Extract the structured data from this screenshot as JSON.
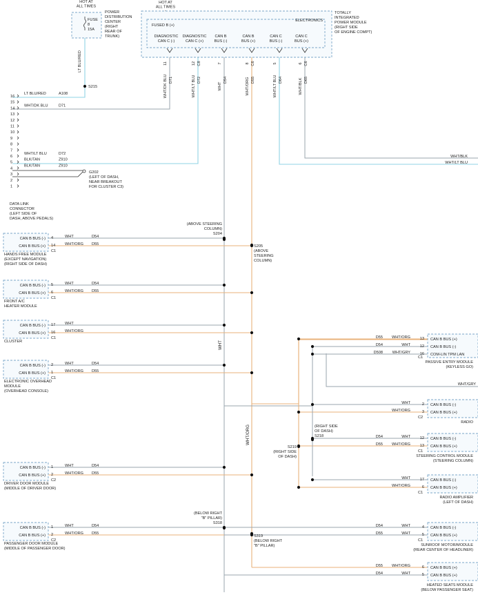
{
  "pdc": {
    "hot": [
      "HOT AT",
      "ALL TIMES"
    ],
    "fuse": [
      "FUSE",
      "8",
      "15A"
    ],
    "label": [
      "POWER",
      "DISTRIBUTION",
      "CENTER",
      "(RIGHT",
      "REAR OF",
      "TRUNK)"
    ]
  },
  "tipm": {
    "hot": [
      "HOT AT",
      "ALL TIMES"
    ],
    "fused": "FUSED B (+)",
    "electronics": "ELECTRONICS",
    "label": [
      "TOTALLY",
      "INTEGRATED",
      "POWER MODULE",
      "(RIGHT SIDE",
      "OF ENGINE COMPT)"
    ],
    "terminals": [
      {
        "l1": "DIAGNOSTIC",
        "l2": "CAN C (-)",
        "pin": "11",
        "wire": "WHT/DK BLU",
        "circ": "D71"
      },
      {
        "l1": "DIAGNOSTIC",
        "l2": "CAN C (+)",
        "pin": "12",
        "conn": "C8",
        "wire": "WHT/LT BLU",
        "circ": "D72"
      },
      {
        "l1": "CAN B",
        "l2": "BUS (-)",
        "pin": "7",
        "wire": "WHT",
        "circ": "D54"
      },
      {
        "l1": "CAN B",
        "l2": "BUS (+)",
        "pin": "8",
        "conn": "C6",
        "wire": "WHT/ORG",
        "circ": "D55"
      },
      {
        "l1": "CAN C",
        "l2": "BUS (-)",
        "pin": "5",
        "wire": "WHT/LT BLU",
        "circ": "D64"
      },
      {
        "l1": "CAN C",
        "l2": "BUS (+)",
        "pin": "6",
        "conn": "C6",
        "wire": "WHT/BLK",
        "circ": "D65"
      }
    ]
  },
  "pdc_wire": "LT BLU/RED",
  "splices": {
    "s215": "S215",
    "s204": [
      "(ABOVE STEERING",
      "COLUMN)",
      "S204"
    ],
    "s205": [
      "S205",
      "(ABOVE",
      "STEERING",
      "COLUMN)"
    ],
    "s218": [
      "(RIGHT SIDE",
      "OF DASH)",
      "S218"
    ],
    "s219": [
      "S219",
      "(RIGHT SIDE",
      "OF DASH)"
    ],
    "s318": [
      "(BELOW RIGHT",
      "\"B\" PILLAR)",
      "S318"
    ],
    "s319": [
      "S319",
      "(BELOW RIGHT",
      "\"B\" PILLAR)"
    ]
  },
  "dlc": {
    "pins": [
      "16",
      "15",
      "14",
      "13",
      "12",
      "11",
      "10",
      "9",
      "8",
      "7",
      "6",
      "5",
      "4",
      "3",
      "2",
      "1"
    ],
    "wires": [
      {
        "pin": "16",
        "color": "LT BLU/RED",
        "circ": "A108"
      },
      {
        "pin": "14",
        "color": "WHT/DK BLU",
        "circ": "D71"
      },
      {
        "pin": "6",
        "color": "WHT/LT BLU",
        "circ": "D72"
      },
      {
        "pin": "5",
        "color": "BLK/TAN",
        "circ": "Z910"
      },
      {
        "pin": "4",
        "color": "BLK/TAN",
        "circ": "Z910"
      }
    ],
    "ground": [
      "G202",
      "(LEFT OF DASH,",
      "NEAR BREAKOUT",
      "FOR CLUSTER C3)"
    ],
    "label": [
      "DATA LINK",
      "CONNECTOR",
      "(LEFT SIDE OF",
      "DASH, ABOVE PEDALS)"
    ]
  },
  "right_wires": {
    "w1": "WHT/BLK",
    "w2": "WHT/LT BLU"
  },
  "left_modules": [
    {
      "rows": [
        "CAN B BUS (-)",
        "CAN B BUS (+)"
      ],
      "pins": [
        "4",
        "14"
      ],
      "conn": "C1",
      "wires": [
        "WHT",
        "WHT/ORG"
      ],
      "circs": [
        "D54",
        "D55"
      ],
      "label": [
        "HANDS FREE MODULE",
        "(EXCEPT NAVIGATION)",
        "(RIGHT SIDE OF DASH)"
      ]
    },
    {
      "rows": [
        "CAN B BUS (-)",
        "CAN B BUS (+)"
      ],
      "pins": [
        "5",
        "6"
      ],
      "conn": "C1",
      "wires": [
        "WHT",
        "WHT/ORG"
      ],
      "circs": [
        "D54",
        "D55"
      ],
      "label": [
        "FRONT A/C",
        "HEATER MODULE"
      ]
    },
    {
      "rows": [
        "CAN B BUS (-)",
        "CAN B BUS (+)"
      ],
      "pins": [
        "17",
        "16"
      ],
      "conn": "C1",
      "wires": [
        "WHT",
        "WHT/ORG"
      ],
      "circs": [
        "",
        ""
      ],
      "label": [
        "CLUSTER"
      ]
    },
    {
      "rows": [
        "CAN B BUS (-)",
        "CAN B BUS (+)"
      ],
      "pins": [
        "2",
        "1"
      ],
      "conn": "C1",
      "wires": [
        "WHT",
        "WHT/ORG"
      ],
      "circs": [
        "D54",
        "D55"
      ],
      "label": [
        "ELECTRONIC OVERHEAD",
        "MODULE",
        "(OVERHEAD CONSOLE)"
      ]
    },
    {
      "rows": [
        "CAN B BUS (-)",
        "CAN B BUS (+)"
      ],
      "pins": [
        "1",
        "2"
      ],
      "conn": "C2",
      "wires": [
        "WHT",
        "WHT/ORG"
      ],
      "circs": [
        "D54",
        "D55"
      ],
      "label": [
        "DRIVER DOOR MODULE",
        "(MIDDLE OF DRIVER DOOR)"
      ]
    },
    {
      "rows": [
        "CAN B BUS (-)",
        "CAN B BUS (+)"
      ],
      "pins": [
        "1",
        "2"
      ],
      "conn": "C2",
      "wires": [
        "WHT",
        "WHT/ORG"
      ],
      "circs": [
        "D54",
        "D55"
      ],
      "label": [
        "PASSENGER DOOR MODULE",
        "(MIDDLE OF PASSENGER DOOR)"
      ]
    }
  ],
  "right_modules": [
    {
      "rows": [
        "CAN B BUS (+)",
        "CAN B BUS (-)",
        "COM-LIN TPM LAN"
      ],
      "pins": [
        "13",
        "12",
        "16"
      ],
      "conn": "C1",
      "wires": [
        "WHT/ORG",
        "WHT",
        "WHT/GRY"
      ],
      "circs": [
        "D55",
        "D54",
        "D508"
      ],
      "label": [
        "PASSIVE ENTRY MODULE",
        "(KEYLESS GO)"
      ]
    },
    {
      "rows": [
        "CAN B BUS (-)",
        "CAN B BUS (+)"
      ],
      "pins": [
        "2",
        "3"
      ],
      "conn": "C2",
      "wires": [
        "WHT",
        "WHT/ORG"
      ],
      "circs": [
        "",
        ""
      ],
      "label": [
        "RADIO"
      ]
    },
    {
      "rows": [
        "CAN B BUS (-)",
        "CAN B BUS (+)"
      ],
      "pins": [
        "12",
        "13"
      ],
      "conn": "C1",
      "wires": [
        "WHT",
        "WHT/ORG"
      ],
      "circs": [
        "D54",
        "D55"
      ],
      "label": [
        "STEERING CONTROL MODULE",
        "(STEERING COLUMN)"
      ]
    },
    {
      "rows": [
        "CAN B BUS (-)",
        "CAN B BUS (+)"
      ],
      "pins": [
        "17",
        "6"
      ],
      "conn": "C1",
      "wires": [
        "WHT",
        "WHT/ORG"
      ],
      "circs": [
        "",
        ""
      ],
      "label": [
        "RADIO AMPLIFIER",
        "(LEFT OF DASH)"
      ]
    },
    {
      "rows": [
        "CAN B BUS (-)",
        "CAN B BUS (+)"
      ],
      "pins": [
        "4",
        "5"
      ],
      "conn": "C1",
      "wires": [
        "WHT",
        "WHT"
      ],
      "circs": [
        "D54",
        "D55"
      ],
      "label": [
        "SUNROOF MOTOR/MODULE",
        "(REAR CENTER OF HEADLINER)"
      ]
    },
    {
      "rows": [
        "CAN B BUS (+)",
        "CAN B BUS (+)"
      ],
      "pins": [
        "6",
        "5"
      ],
      "conn": "",
      "wires": [
        "WHT/ORG",
        "WHT"
      ],
      "circs": [
        "D55",
        "D54"
      ],
      "label": [
        "HEATED SEATS MODULE",
        "(BELOW PASSENGER SEAT)"
      ]
    }
  ],
  "gry_wire": "WHT/GRY",
  "trunk_labels": {
    "wht": "WHT",
    "org": "WHT/ORG"
  }
}
